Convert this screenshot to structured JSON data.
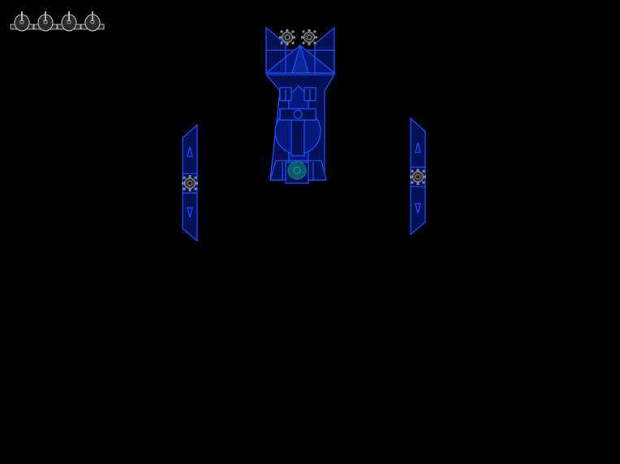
{
  "game": {
    "lives_remaining": 4,
    "colors": {
      "background": "#000000",
      "hull_stroke": "#1a4dff",
      "hull_fill": "#041255",
      "hull_fill_light": "#0a2a9a",
      "turret": "#8a8a8a",
      "life_icon_stroke": "#b0b0b0",
      "life_icon_fill": "#2a2a2a",
      "core_glow": "#0a5a6a"
    },
    "icons": {
      "life": "player-ship-icon",
      "turret": "gear-turret-icon"
    },
    "entities": [
      "boss-main-hull",
      "boss-left-pod",
      "boss-right-pod"
    ]
  }
}
